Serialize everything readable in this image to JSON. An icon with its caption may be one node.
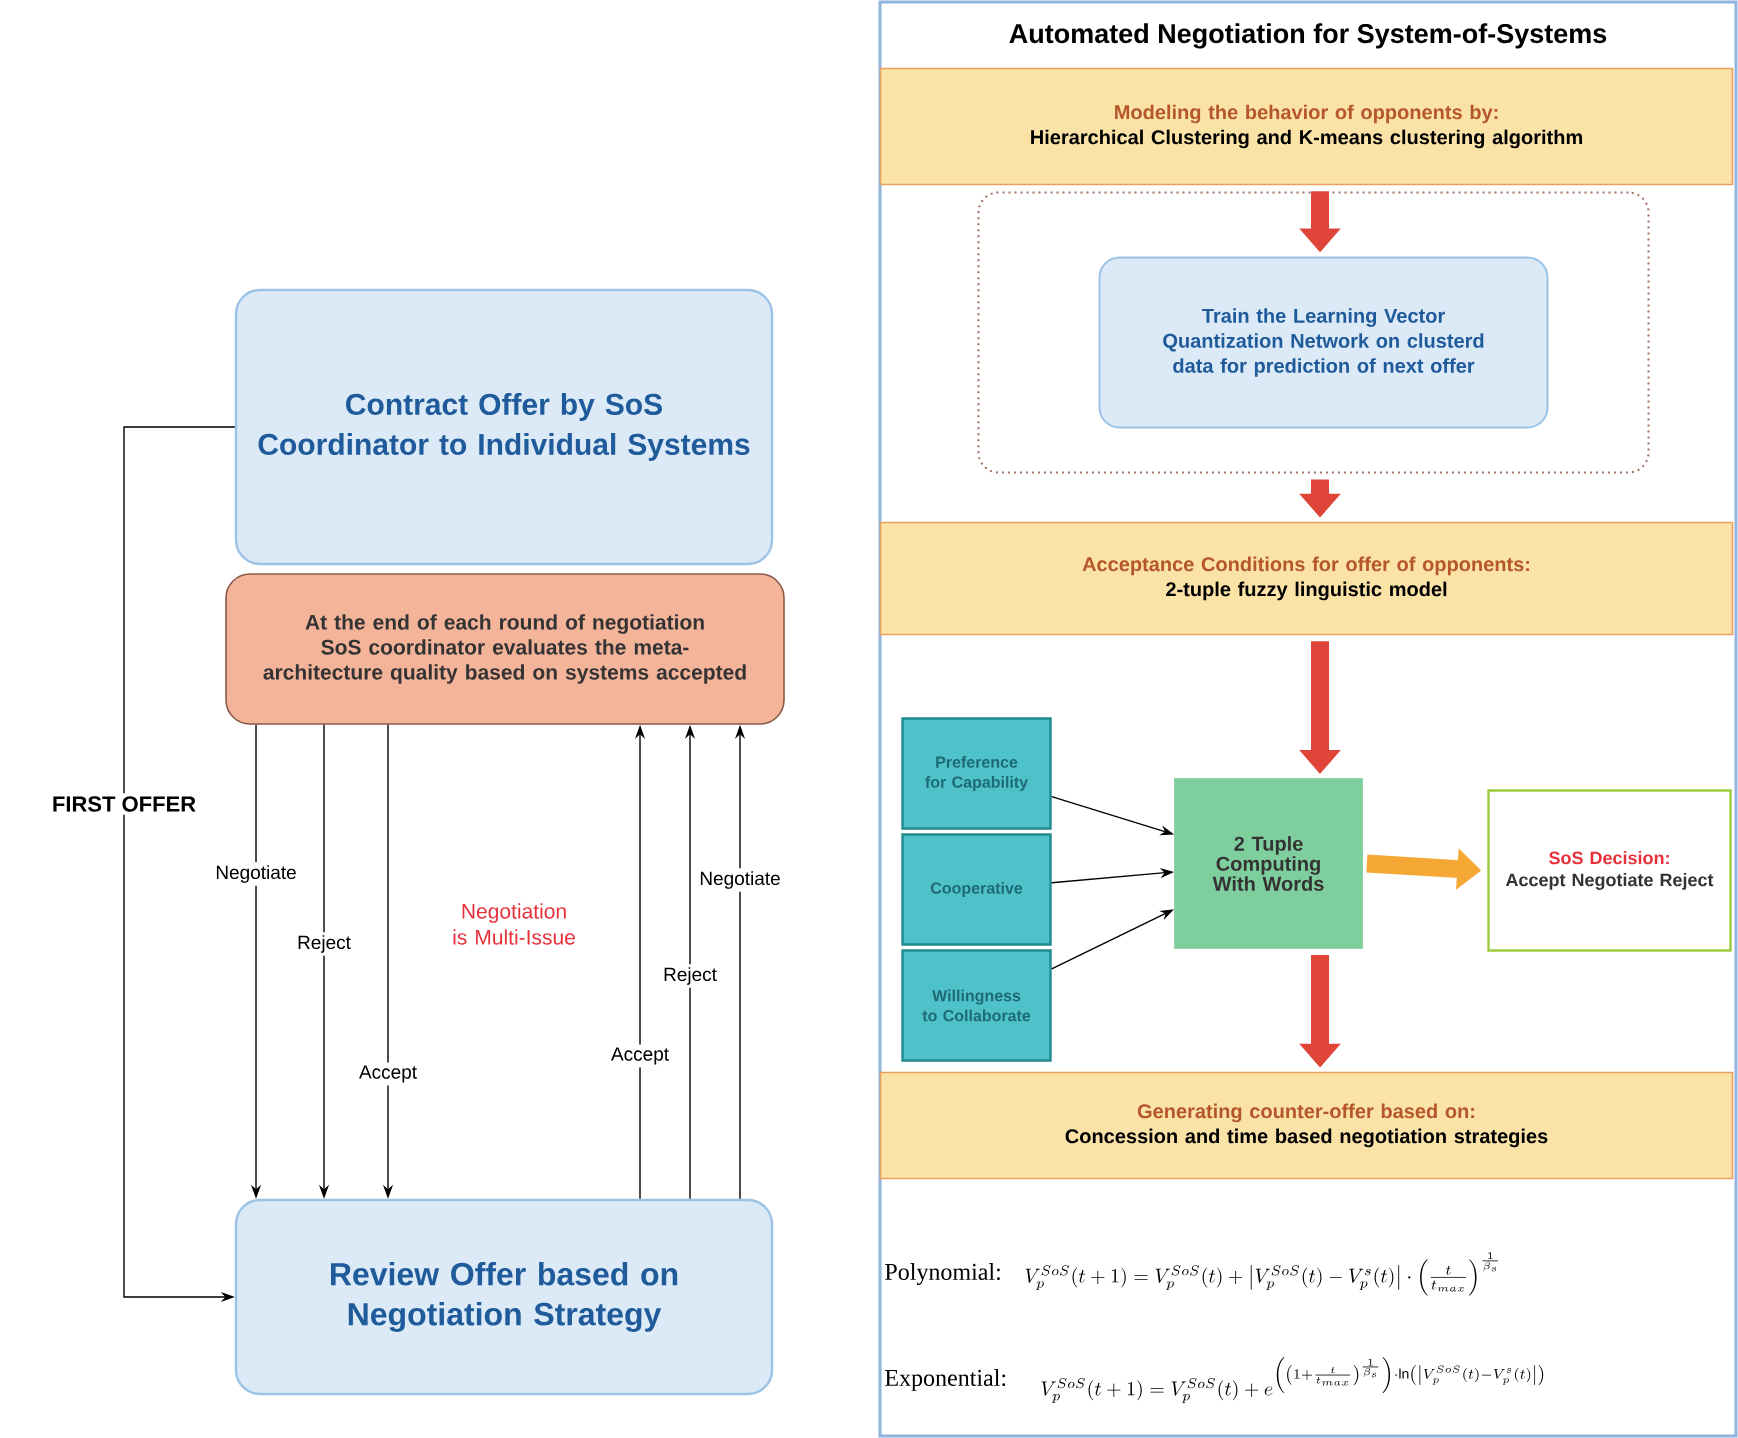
{
  "diagram": {
    "nodes": [
      {
        "text": [
          "Contract Offer by SoS Coordinator to Individual Systems"
        ]
      },
      {
        "text": [
          "At the end of each round of negotiation SoS coordinator evaluates the meta-architecture quality based on systems accepted"
        ]
      },
      {
        "text": [
          "Review Offer based on Negotiation Strategy"
        ]
      },
      {
        "text": [
          "Automated Negotiation for System-of-Systems"
        ]
      },
      {
        "text": [
          "Modeling the behavior of opponents by:",
          "Hierarchical Clustering and K-means clustering algorithm"
        ],
        "in": 3
      },
      {
        "text": [],
        "shape": "box",
        "in": 3
      },
      {
        "text": [
          "Train the Learning Vector Quantization Network on clusterd data for prediction of next offer"
        ],
        "in": 5
      },
      {
        "text": [
          "Acceptance Conditions for offer of opponents:",
          "2-tuple fuzzy linguistic model"
        ],
        "in": 3
      },
      {
        "text": [
          "Preference for Capability"
        ],
        "in": 3
      },
      {
        "text": [
          "Cooperative"
        ],
        "in": 3
      },
      {
        "text": [
          "Willingness to Collaborate"
        ],
        "in": 3
      },
      {
        "text": [
          "2 Tuple Computing With Words"
        ],
        "in": 3
      },
      {
        "text": [
          "SoS Decision:",
          "Accept Negotiate Reject"
        ],
        "in": 3
      },
      {
        "text": [
          "Generating counter-offer based on:",
          "Concession and time based negotiation strategies"
        ],
        "in": 3
      }
    ],
    "edges": [
      {
        "from": 0,
        "to": 2,
        "arrow": "to",
        "label": "FIRST OFFER"
      },
      {
        "from": 1,
        "to": 2,
        "arrow": "to",
        "label": "Negotiate"
      },
      {
        "from": 1,
        "to": 2,
        "arrow": "to",
        "label": "Reject"
      },
      {
        "from": 1,
        "to": 2,
        "arrow": "to",
        "label": "Accept"
      },
      {
        "from": 2,
        "to": 1,
        "arrow": "to",
        "label": "Accept"
      },
      {
        "from": 2,
        "to": 1,
        "arrow": "to",
        "label": "Reject"
      },
      {
        "from": 2,
        "to": 1,
        "arrow": "to",
        "label": "Negotiate"
      },
      {
        "from": 4,
        "to": 6,
        "arrow": "to",
        "style": "thick",
        "color": "#e0453a"
      },
      {
        "from": 5,
        "to": 7,
        "arrow": "to",
        "style": "thick",
        "color": "#e0453a"
      },
      {
        "from": 7,
        "to": 11,
        "arrow": "to",
        "style": "thick",
        "color": "#e0453a"
      },
      {
        "from": 8,
        "to": 11,
        "arrow": "to"
      },
      {
        "from": 9,
        "to": 11,
        "arrow": "to"
      },
      {
        "from": 10,
        "to": 11,
        "arrow": "to"
      },
      {
        "from": 11,
        "to": 12,
        "arrow": "to",
        "style": "thick",
        "color": "#f5a833"
      },
      {
        "from": 11,
        "to": 13,
        "arrow": "to",
        "style": "thick",
        "color": "#e0453a"
      }
    ],
    "labels": [
      "Negotiation is Multi-Issue",
      "Polynomial:",
      "V_p^{SoS}(t+1)=V_p^{SoS}(t)+\\left|V_p^{SoS}(t)-V_p^{s}(t)\\right|\\cdot\\left(\\frac{t}{t_{max}}\\right)^{\\frac{1}{\\beta_s}}",
      "Exponential:",
      "V_p^{SoS}(t+1)=V_p^{SoS}(t)+e^{\\left(\\left(1+\\frac{t}{t_{max}}\\right)^{\\frac{1}{\\beta_s}}\\right)\\cdot\\ln\\left(\\left|V_p^{SoS}(t)-V_p^{s}(t)\\right|\\right)}"
    ]
  }
}
